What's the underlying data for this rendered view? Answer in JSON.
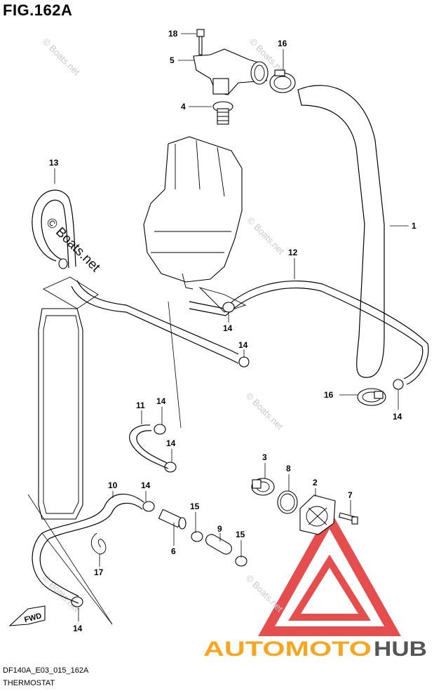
{
  "figure": {
    "title": "FIG.162A",
    "code": "DF140A_E03_015_162A",
    "name": "THERMOSTAT"
  },
  "callouts": [
    {
      "id": "c18",
      "label": "18"
    },
    {
      "id": "c5",
      "label": "5"
    },
    {
      "id": "c16a",
      "label": "16"
    },
    {
      "id": "c4",
      "label": "4"
    },
    {
      "id": "c13",
      "label": "13"
    },
    {
      "id": "c1",
      "label": "1"
    },
    {
      "id": "c12",
      "label": "12"
    },
    {
      "id": "c14a",
      "label": "14"
    },
    {
      "id": "c14b",
      "label": "14"
    },
    {
      "id": "c16b",
      "label": "16"
    },
    {
      "id": "c14c",
      "label": "14"
    },
    {
      "id": "c11",
      "label": "11"
    },
    {
      "id": "c14d",
      "label": "14"
    },
    {
      "id": "c14e",
      "label": "14"
    },
    {
      "id": "c3",
      "label": "3"
    },
    {
      "id": "c8",
      "label": "8"
    },
    {
      "id": "c2",
      "label": "2"
    },
    {
      "id": "c10",
      "label": "10"
    },
    {
      "id": "c14f",
      "label": "14"
    },
    {
      "id": "c7",
      "label": "7"
    },
    {
      "id": "c15a",
      "label": "15"
    },
    {
      "id": "c9",
      "label": "9"
    },
    {
      "id": "c15b",
      "label": "15"
    },
    {
      "id": "c6",
      "label": "6"
    },
    {
      "id": "c17",
      "label": "17"
    },
    {
      "id": "c14g",
      "label": "14"
    }
  ],
  "watermarks": {
    "small": "© Boats.net",
    "large": "© Boats.net"
  },
  "fwd_label": "FWD",
  "logo": {
    "part1": "AUTOMOTO",
    "part2": "HUB",
    "color1": "#f5a623",
    "color2": "#555555",
    "triangle_color": "#e03030"
  }
}
